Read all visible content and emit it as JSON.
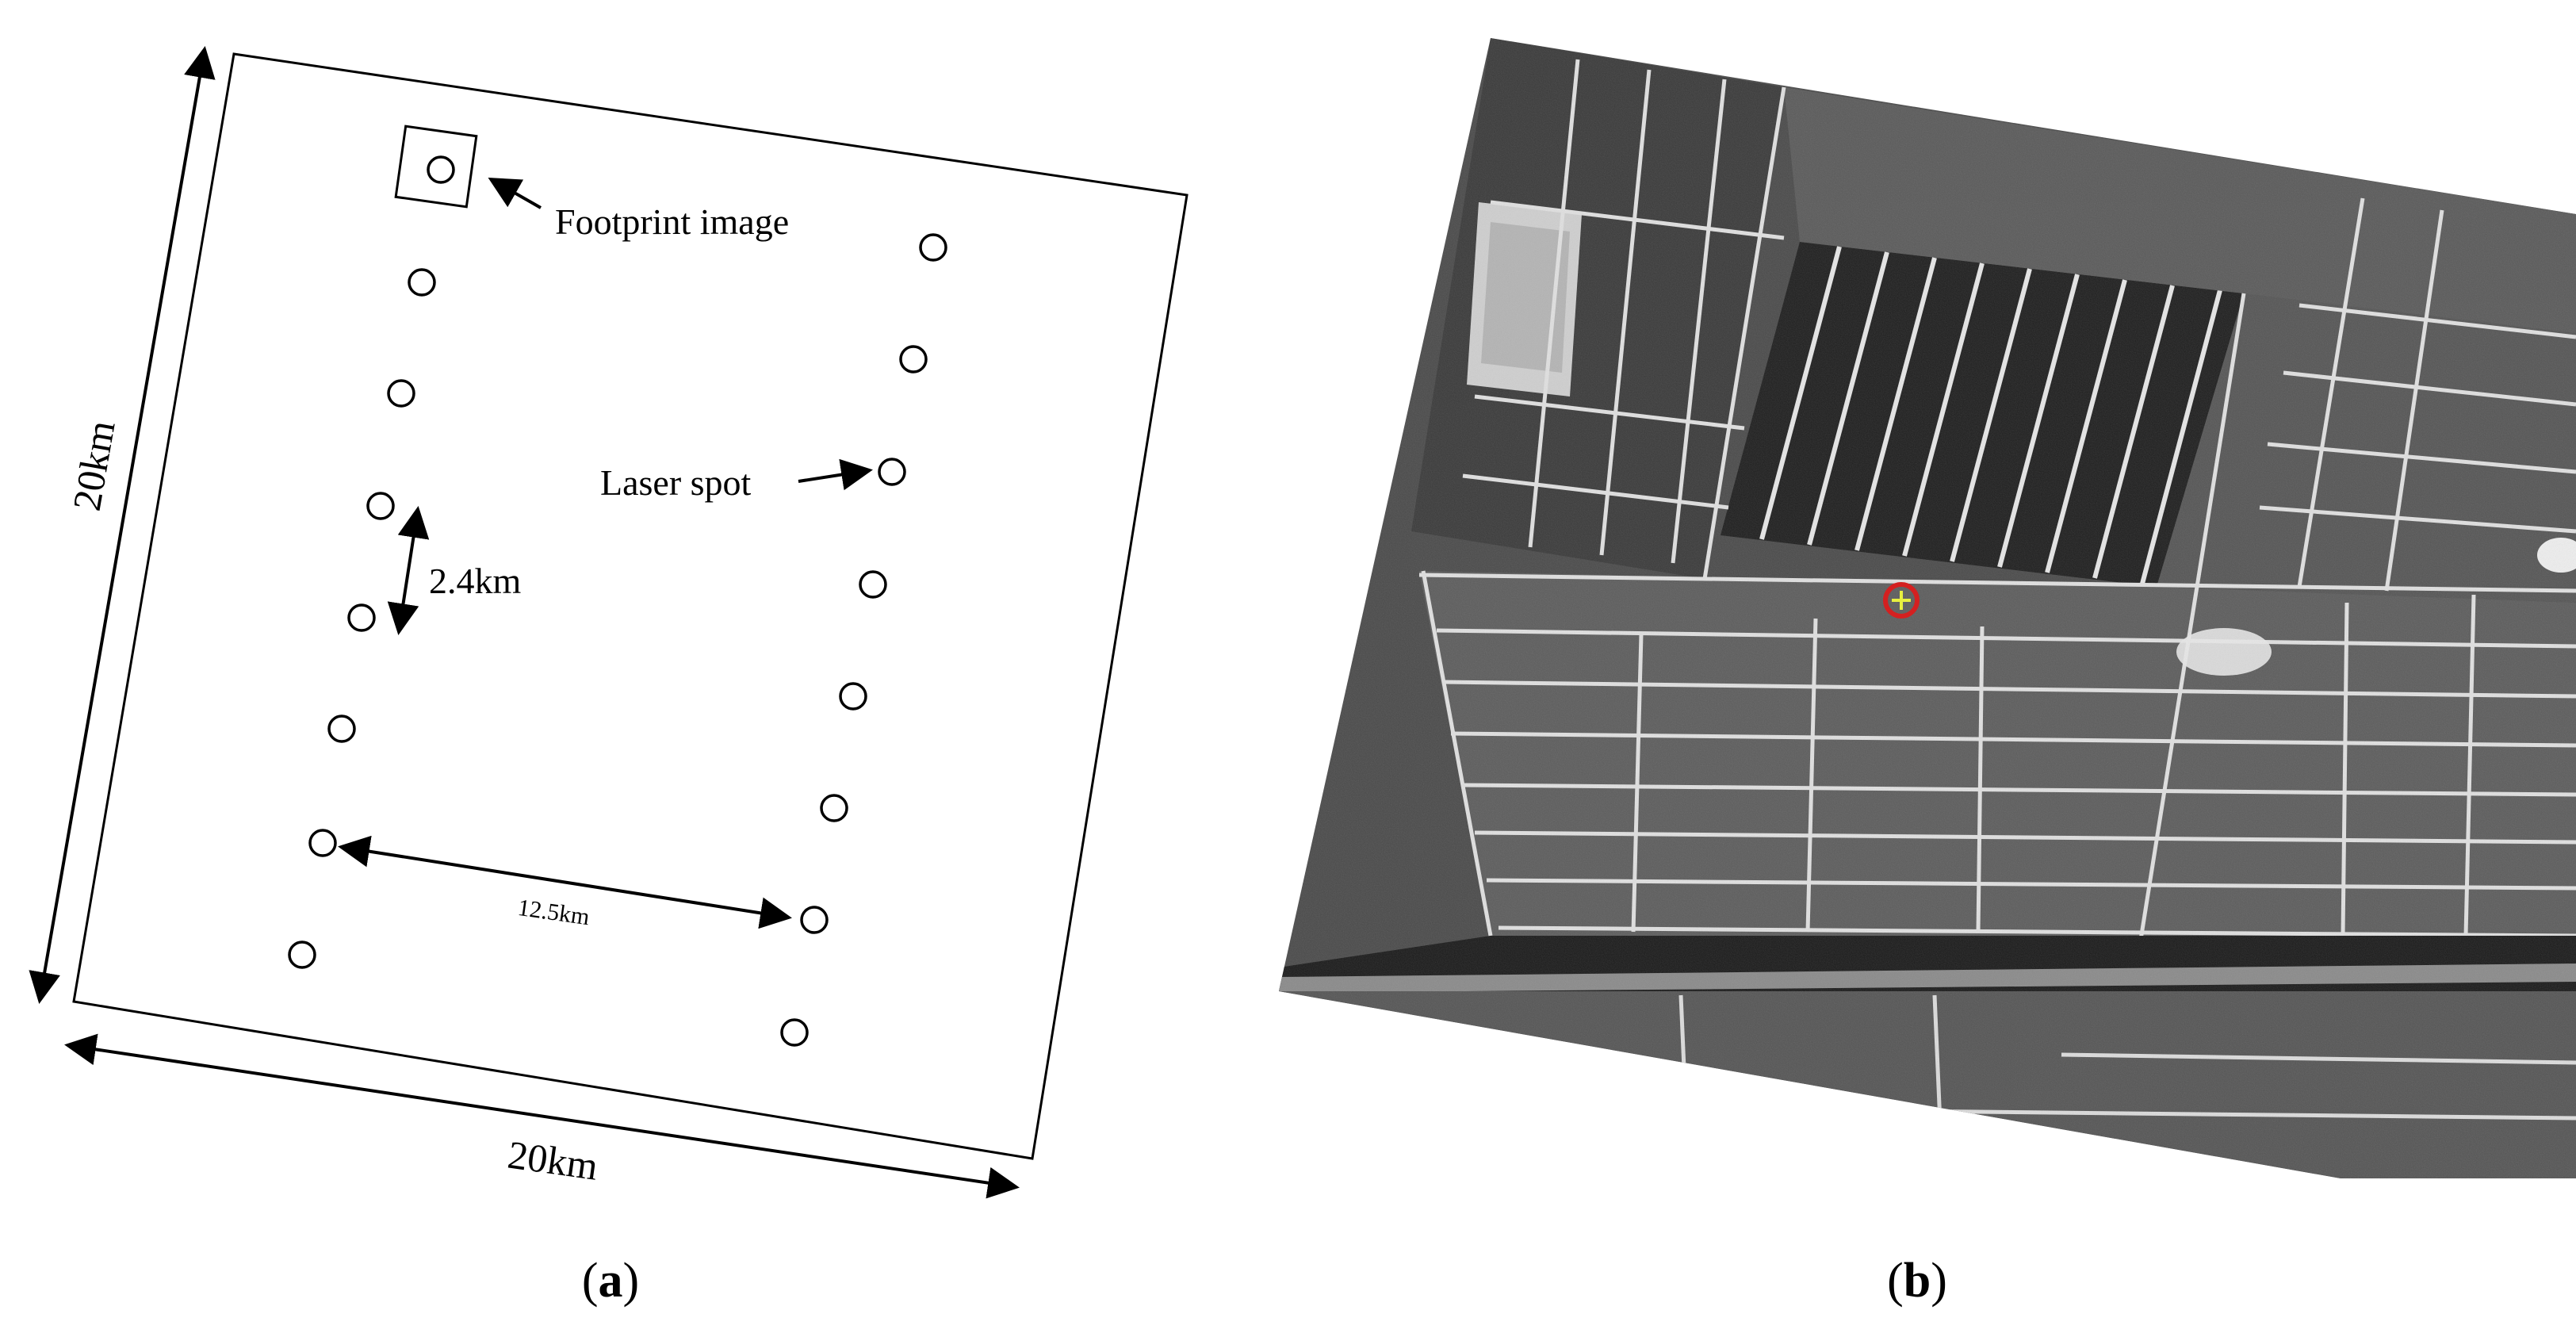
{
  "panel_a": {
    "caption_letter": "a",
    "dimension_labels": {
      "height": "20km",
      "width": "20km",
      "along_track": "2.4km",
      "across_track": "12.5km"
    },
    "annotations": {
      "footprint": "Footprint image",
      "laser": "Laser spot"
    },
    "laser_spots": {
      "left_column_count": 8,
      "right_column_count": 8
    }
  },
  "panel_b": {
    "caption_letter": "b",
    "description_marker_color": "#d42020",
    "cross_color": "#e8f040"
  },
  "colors": {
    "line": "#000000",
    "background": "#ffffff"
  }
}
